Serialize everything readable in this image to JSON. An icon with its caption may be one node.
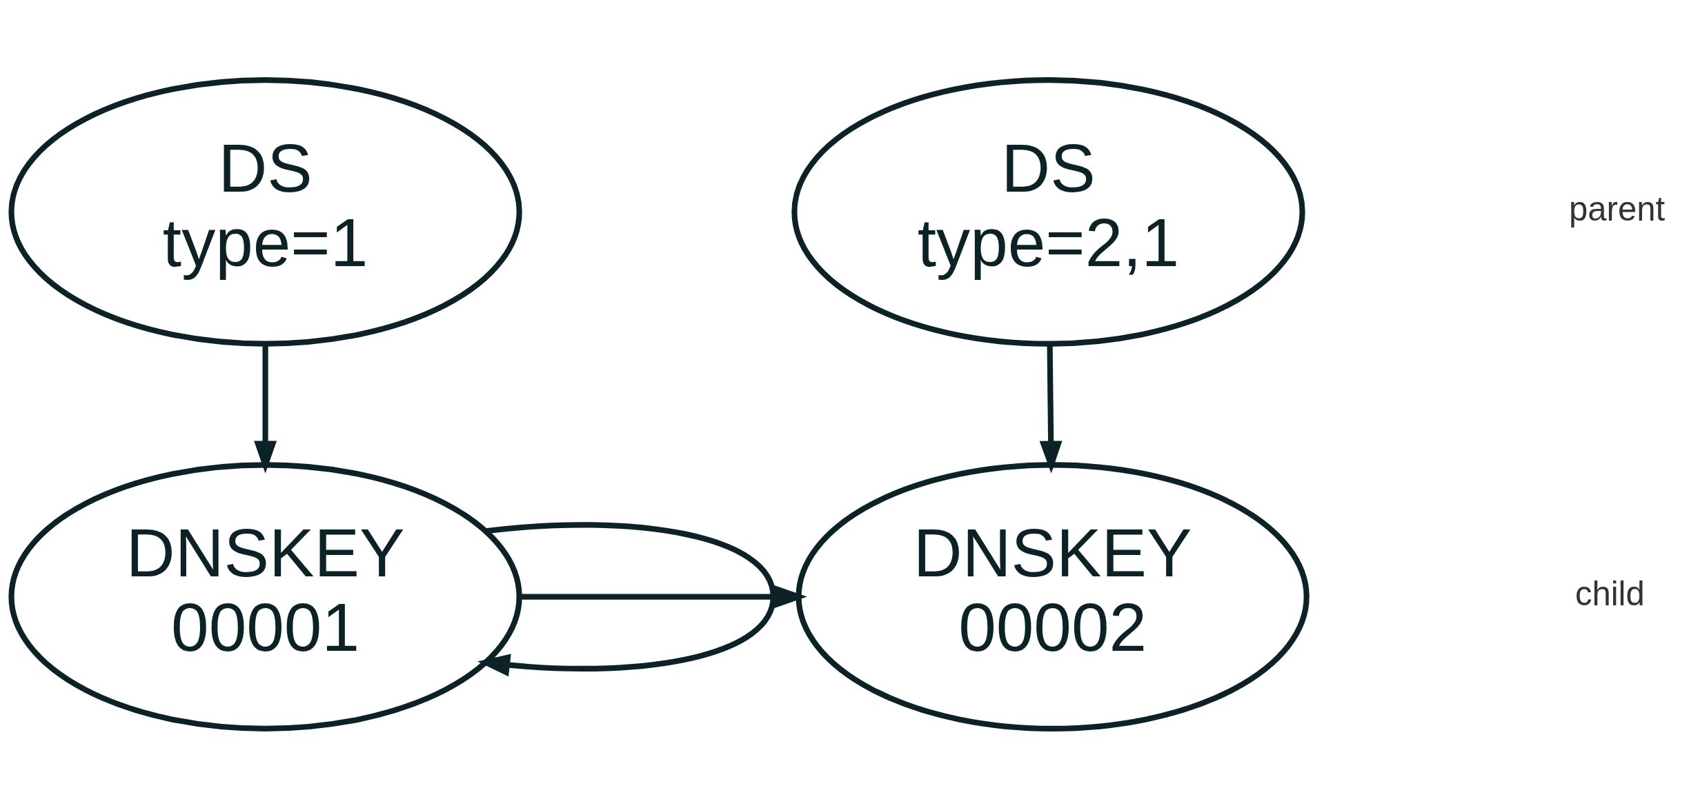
{
  "diagram": {
    "nodes": [
      {
        "text": [
          "DS",
          "type=1"
        ]
      },
      {
        "text": [
          "DS",
          "type=2,1"
        ]
      },
      {
        "text": [
          "DNSKEY",
          "00001"
        ]
      },
      {
        "text": [
          "DNSKEY",
          "00002"
        ]
      }
    ],
    "edges": [
      {
        "from": 0,
        "to": 2,
        "arrow": "to"
      },
      {
        "from": 1,
        "to": 3,
        "arrow": "to"
      },
      {
        "from": 2,
        "to": 2,
        "arrow": "to"
      },
      {
        "from": 2,
        "to": 3,
        "arrow": "to"
      }
    ],
    "labels": [
      "parent",
      "child"
    ]
  }
}
